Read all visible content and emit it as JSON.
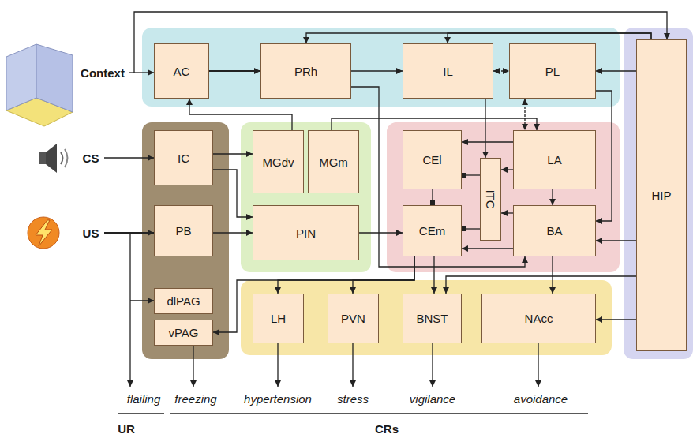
{
  "diagram": {
    "nodes": [
      {
        "text": [
          "AC"
        ]
      },
      {
        "text": [
          "PRh"
        ]
      },
      {
        "text": [
          "IL"
        ]
      },
      {
        "text": [
          "PL"
        ]
      },
      {
        "text": [
          "HIP"
        ]
      },
      {
        "text": [
          "IC"
        ]
      },
      {
        "text": [
          "MGdv"
        ]
      },
      {
        "text": [
          "MGm"
        ]
      },
      {
        "text": [
          "CEl"
        ]
      },
      {
        "text": [
          "ITC"
        ]
      },
      {
        "text": [
          "LA"
        ]
      },
      {
        "text": [
          "PB"
        ]
      },
      {
        "text": [
          "PIN"
        ]
      },
      {
        "text": [
          "CEm"
        ]
      },
      {
        "text": [
          "BA"
        ]
      },
      {
        "text": [
          "dlPAG"
        ]
      },
      {
        "text": [
          "vPAG"
        ]
      },
      {
        "text": [
          "LH"
        ]
      },
      {
        "text": [
          "PVN"
        ]
      },
      {
        "text": [
          "BNST"
        ]
      },
      {
        "text": [
          "NAcc"
        ]
      }
    ],
    "edges": [
      {
        "from": 0,
        "to": 1,
        "arrow": "to"
      },
      {
        "from": 1,
        "to": 2,
        "arrow": "to"
      },
      {
        "from": 2,
        "to": 3,
        "arrow": "both"
      },
      {
        "from": 4,
        "to": 1,
        "arrow": "to"
      },
      {
        "from": 4,
        "to": 2,
        "arrow": "to"
      },
      {
        "from": 4,
        "to": 3,
        "arrow": "to"
      },
      {
        "from": 3,
        "to": 10,
        "arrow": "both"
      },
      {
        "from": 3,
        "to": 14,
        "arrow": "to"
      },
      {
        "from": 4,
        "to": 14,
        "arrow": "to"
      },
      {
        "from": 4,
        "to": 19,
        "arrow": "to"
      },
      {
        "from": 4,
        "to": 20,
        "arrow": "to"
      },
      {
        "from": 14,
        "to": 20,
        "arrow": "to"
      },
      {
        "from": 13,
        "to": 19,
        "arrow": "to"
      },
      {
        "from": 13,
        "to": 17,
        "arrow": "to"
      },
      {
        "from": 13,
        "to": 16,
        "arrow": "to"
      },
      {
        "from": 13,
        "to": 18,
        "arrow": "to"
      },
      {
        "from": 5,
        "to": 6,
        "arrow": "to"
      },
      {
        "from": 5,
        "to": 12,
        "arrow": "to"
      },
      {
        "from": 11,
        "to": 12,
        "arrow": "to"
      },
      {
        "from": 12,
        "to": 13,
        "arrow": "to"
      },
      {
        "from": 6,
        "to": 0,
        "arrow": "to"
      },
      {
        "from": 7,
        "to": 10,
        "arrow": "to"
      },
      {
        "from": 1,
        "to": 14,
        "arrow": "to"
      },
      {
        "from": 2,
        "to": 9,
        "arrow": "to"
      },
      {
        "from": 10,
        "to": 8,
        "arrow": "to"
      },
      {
        "from": 10,
        "to": 9,
        "arrow": "to"
      },
      {
        "from": 10,
        "to": 14,
        "arrow": "to"
      },
      {
        "from": 9,
        "to": 13,
        "arrow": "to"
      },
      {
        "from": 9,
        "to": 8,
        "arrow": "to"
      },
      {
        "from": 8,
        "to": 13,
        "arrow": "to"
      },
      {
        "from": 14,
        "to": 13,
        "arrow": "to"
      },
      {
        "from": 14,
        "to": 9,
        "arrow": "to"
      }
    ],
    "labels": [
      "Context",
      "CS",
      "US",
      "flailing",
      "freezing",
      "hypertension",
      "stress",
      "vigilance",
      "avoidance",
      "UR",
      "CRs"
    ]
  }
}
